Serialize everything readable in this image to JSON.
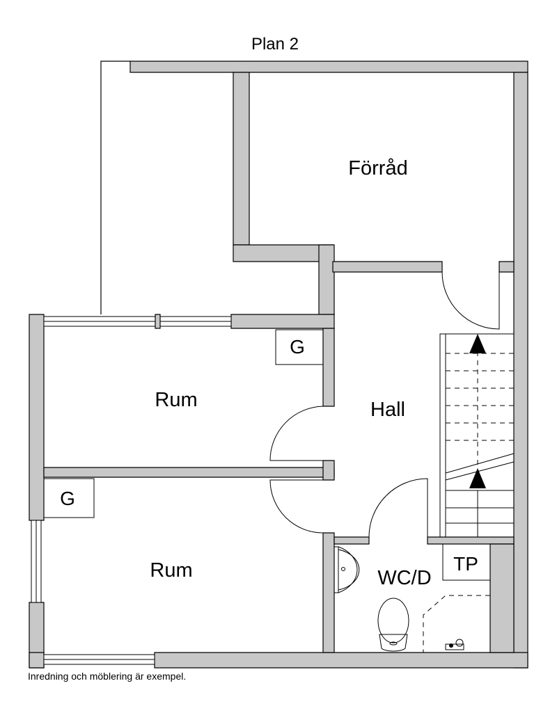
{
  "plan": {
    "title": "Plan 2",
    "footer_note": "Inredning och möblering är exempel.",
    "rooms": {
      "storage": "Förråd",
      "hall": "Hall",
      "bedroom_top": "Rum",
      "bedroom_bottom": "Rum",
      "wc": "WC/D"
    },
    "fixtures": {
      "wardrobe_top": "G",
      "wardrobe_bottom": "G",
      "laundry": "TP"
    },
    "colors": {
      "wall": "#c8c8c8",
      "line": "#000000",
      "background": "#ffffff"
    }
  }
}
